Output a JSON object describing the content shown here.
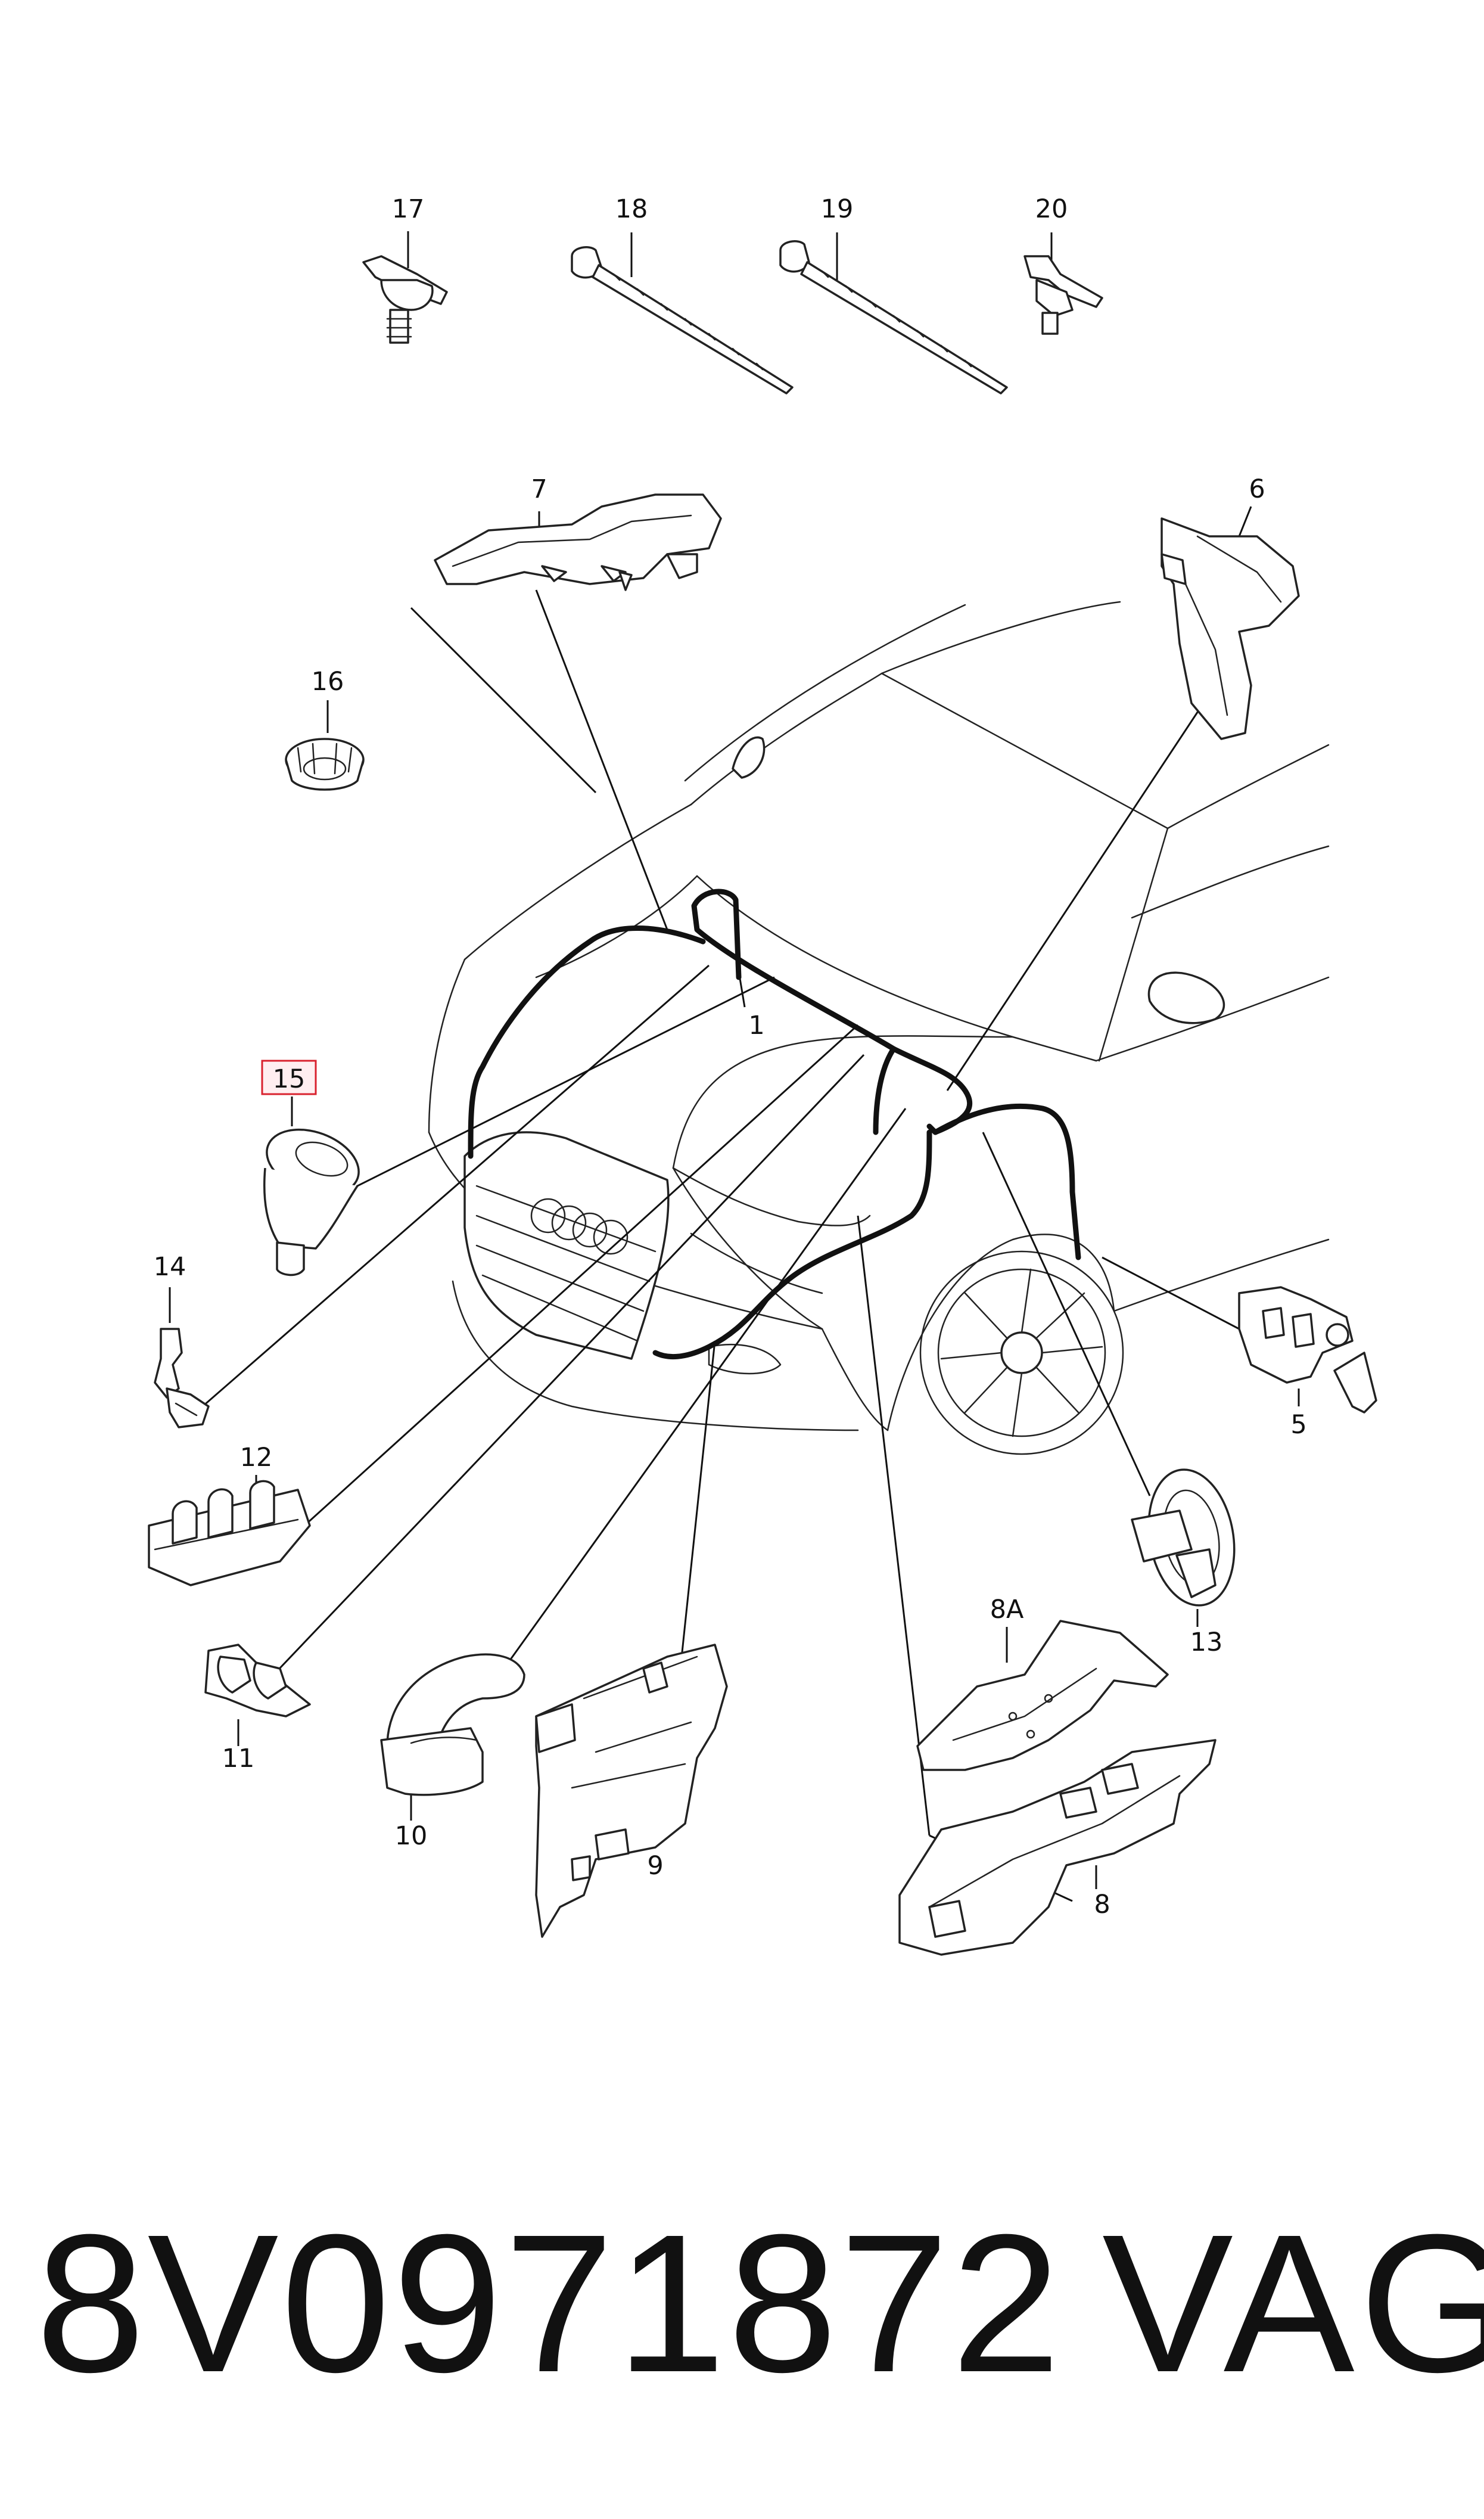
{
  "labels": {
    "p1": "1",
    "p5": "5",
    "p6": "6",
    "p7": "7",
    "p8": "8",
    "p8a": "8A",
    "p9": "9",
    "p10": "10",
    "p11": "11",
    "p12": "12",
    "p13": "13",
    "p14": "14",
    "p15": "15",
    "p16": "16",
    "p17": "17",
    "p18": "18",
    "p19": "19",
    "p20": "20"
  },
  "highlighted_label": "15",
  "caption": {
    "part_number": "8V0971872",
    "brand": "VAG"
  },
  "colors": {
    "line": "#111111",
    "highlight_border": "#d9212e",
    "highlight_fill": "#ffeef0"
  }
}
